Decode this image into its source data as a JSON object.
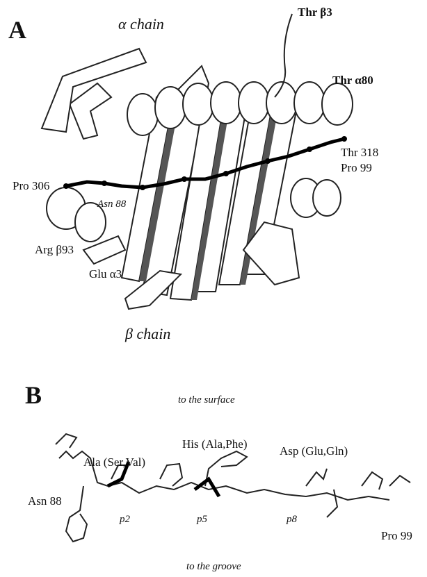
{
  "figure": {
    "panel_a": {
      "letter": "A",
      "alpha_chain_label": "α chain",
      "beta_chain_label": "β chain",
      "labels": {
        "thr_beta3": "Thr β3",
        "thr_alpha80": "Thr α80",
        "thr318": "Thr 318",
        "pro99": "Pro 99",
        "pro306": "Pro 306",
        "asn88": "Asn 88",
        "arg_beta93": "Arg β93",
        "glu_alpha3": "Glu α3"
      }
    },
    "panel_b": {
      "letter": "B",
      "top_caption": "to the surface",
      "bottom_caption": "to the groove",
      "residues": {
        "ala": "Ala (Ser,Val)",
        "his": "His (Ala,Phe)",
        "asp": "Asp (Glu,Gln)",
        "asn88": "Asn 88",
        "pro99": "Pro 99"
      },
      "positions": {
        "p2": "p2",
        "p5": "p5",
        "p8": "p8"
      }
    }
  }
}
